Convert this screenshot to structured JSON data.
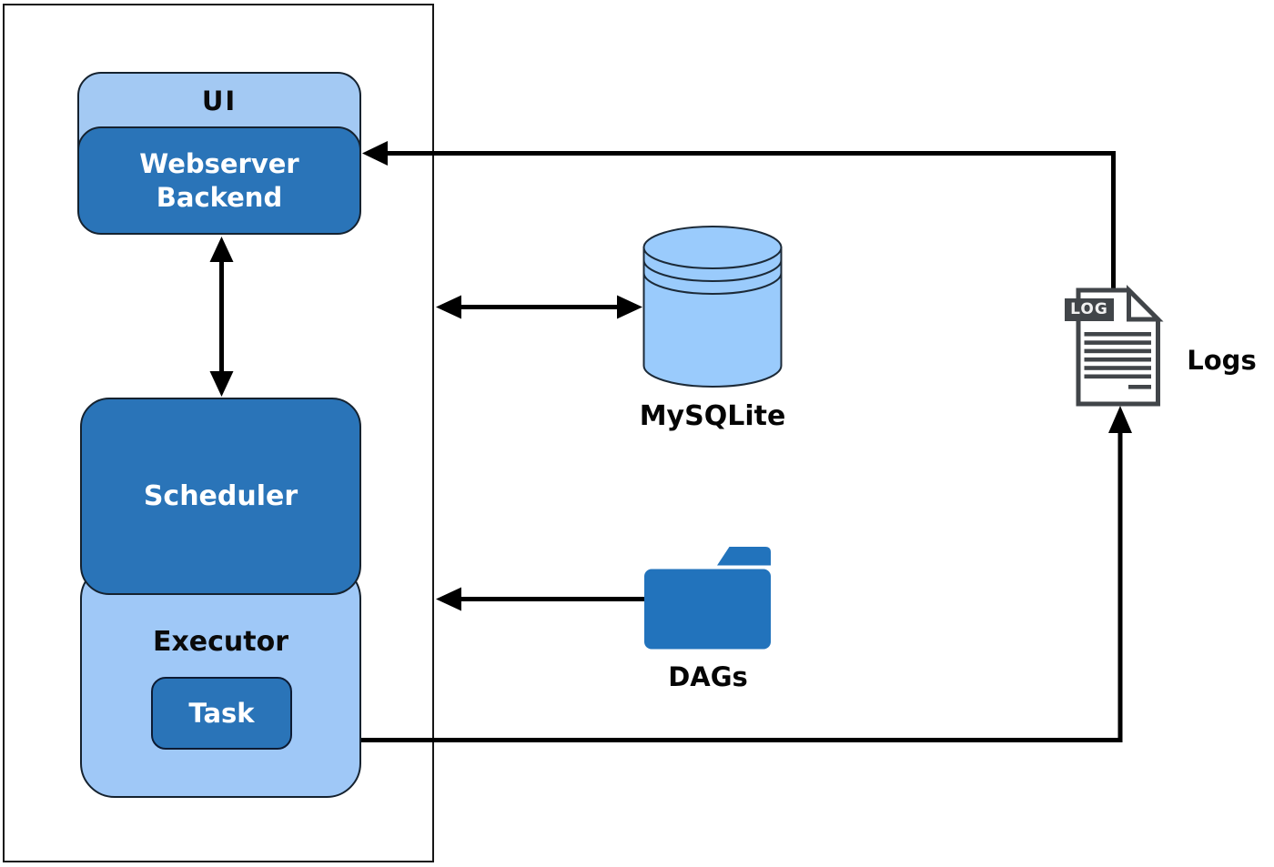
{
  "diagram": {
    "nodes": {
      "ui": {
        "label": "UI"
      },
      "webserver_backend": {
        "label": "Webserver Backend"
      },
      "scheduler": {
        "label": "Scheduler"
      },
      "executor": {
        "label": "Executor"
      },
      "task": {
        "label": "Task"
      },
      "mysqlite": {
        "label": "MySQLite"
      },
      "dags": {
        "label": "DAGs"
      },
      "logs": {
        "label": "Logs",
        "badge": "LOG"
      }
    },
    "edges": [
      {
        "from": "webserver_backend",
        "to": "scheduler",
        "type": "bidirectional-arrow"
      },
      {
        "from": "scheduler-container",
        "to": "mysqlite",
        "type": "bidirectional-arrow"
      },
      {
        "from": "dags",
        "to": "scheduler-container",
        "type": "arrow"
      },
      {
        "from": "logs",
        "to": "webserver_backend",
        "type": "arrow"
      },
      {
        "from": "executor",
        "to": "logs",
        "type": "arrow"
      }
    ],
    "colors": {
      "light_blue": "#a3c9f3",
      "executor_blue": "#9fc8f7",
      "dark_blue": "#2a74b8",
      "folder_blue": "#2273bc",
      "cylinder_blue": "#9acbfc",
      "doc_gray": "#414549",
      "line_black": "#000000"
    }
  }
}
